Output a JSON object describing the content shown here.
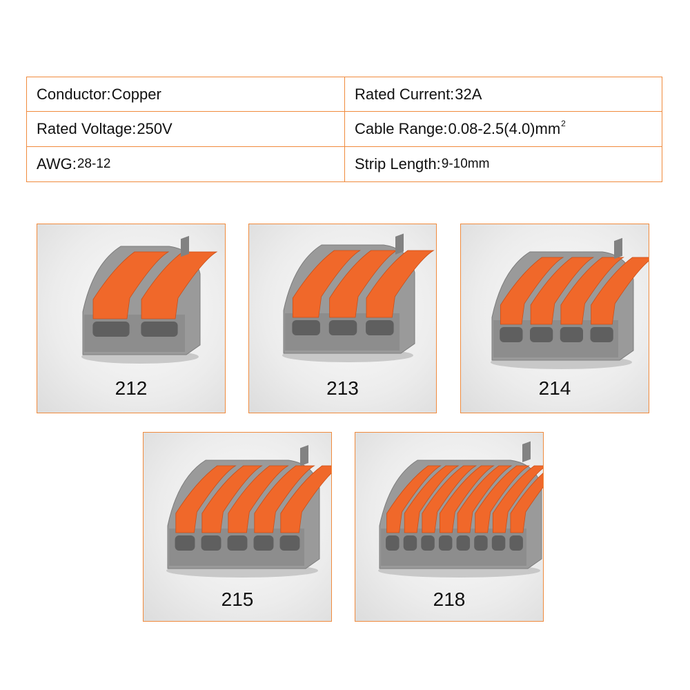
{
  "specs": {
    "conductor": {
      "label": "Conductor:",
      "value": "Copper"
    },
    "rated_current": {
      "label": "Rated Current:",
      "value": "32A"
    },
    "rated_voltage": {
      "label": "Rated Voltage:",
      "value": "250V"
    },
    "cable_range": {
      "label": "Cable Range:",
      "value": "0.08-2.5(4.0)mm",
      "superscript": "2"
    },
    "awg": {
      "label": "AWG:",
      "value": "28-12"
    },
    "strip_length": {
      "label": "Strip Length:",
      "value": "9-10mm"
    }
  },
  "products": [
    {
      "model": "212",
      "levers": 2
    },
    {
      "model": "213",
      "levers": 3
    },
    {
      "model": "214",
      "levers": 4
    },
    {
      "model": "215",
      "levers": 5
    },
    {
      "model": "218",
      "levers": 8
    }
  ],
  "colors": {
    "border_accent": "#f08a3c",
    "connector_body": "#9a9a9a",
    "lever": "#f0682a"
  }
}
